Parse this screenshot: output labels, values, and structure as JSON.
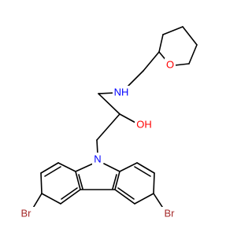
{
  "molecule": {
    "colors": {
      "bond": "#000000",
      "oxygen": "#ff0000",
      "nitrogen": "#0000ff",
      "bromine": "#a52a2a",
      "background": "#ffffff"
    },
    "labels": {
      "ring_oxygen": "O",
      "amine": "NH",
      "hydroxyl": "OH",
      "carbazole_nitrogen": "N",
      "bromine_left": "Br",
      "bromine_right": "Br"
    }
  }
}
